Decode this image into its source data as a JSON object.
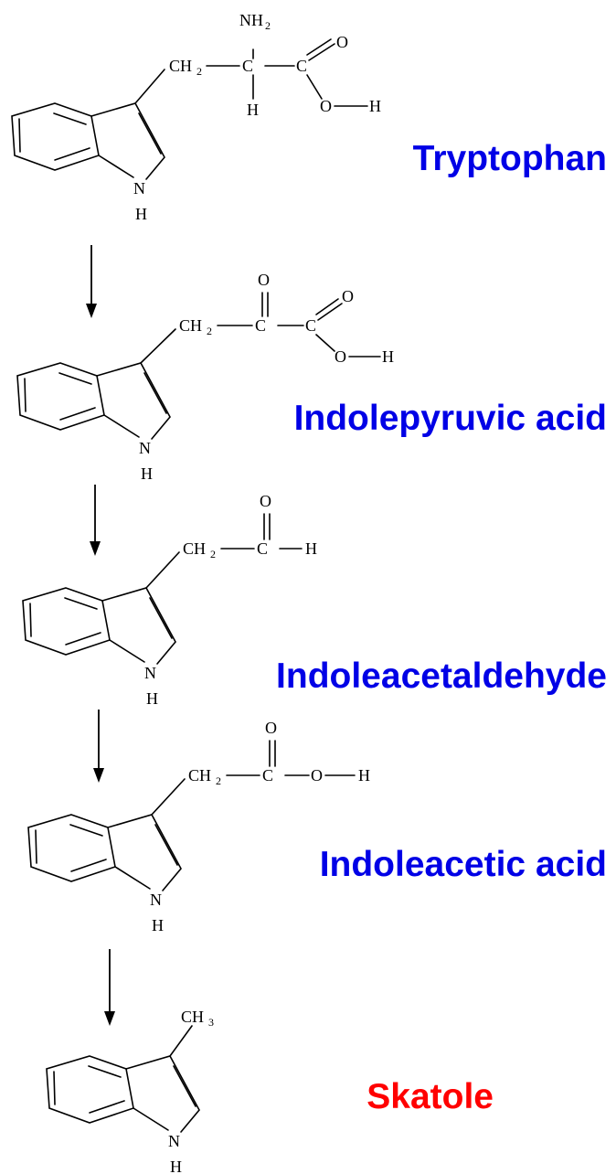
{
  "colors": {
    "intermediate_label": "#0000e6",
    "product_label": "#ff0000",
    "structure": "#000000",
    "background": "#ffffff"
  },
  "compounds": [
    {
      "name": "Tryptophan"
    },
    {
      "name": "Indolepyruvic acid"
    },
    {
      "name": "Indoleacetaldehyde"
    },
    {
      "name": "Indoleacetic acid"
    },
    {
      "name": "Skatole"
    }
  ],
  "atoms": {
    "n": "N",
    "h": "H",
    "c": "C",
    "o": "O",
    "ch2": "CH",
    "ch3": "CH",
    "nh2": "NH",
    "sub2": "2",
    "sub3": "3"
  },
  "connectors": [
    {
      "from": "Tryptophan",
      "to": "Indolepyruvic acid"
    },
    {
      "from": "Indolepyruvic acid",
      "to": "Indoleacetaldehyde"
    },
    {
      "from": "Indoleacetaldehyde",
      "to": "Indoleacetic acid"
    },
    {
      "from": "Indoleacetic acid",
      "to": "Skatole"
    }
  ]
}
